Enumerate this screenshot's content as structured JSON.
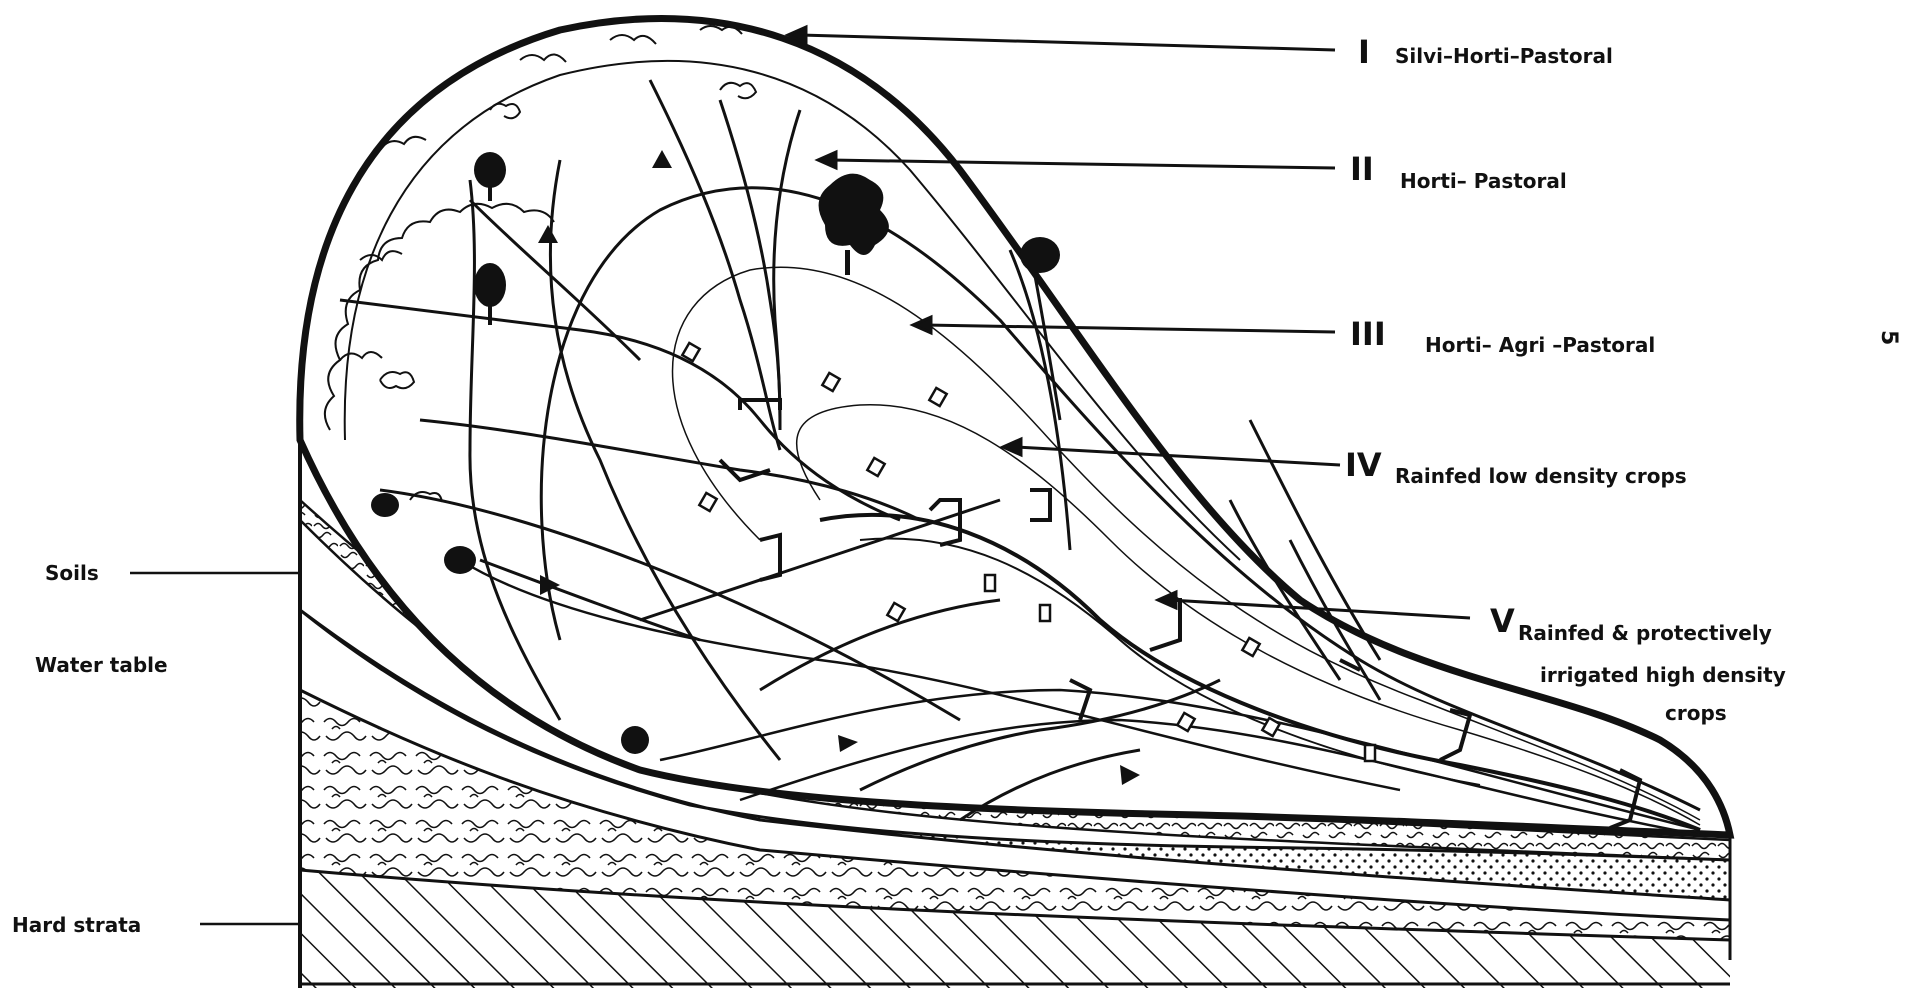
{
  "page_number": "5",
  "zones": [
    {
      "numeral": "I",
      "text": "Silvi–Horti–Pastoral"
    },
    {
      "numeral": "II",
      "text": "Horti– Pastoral"
    },
    {
      "numeral": "III",
      "text": "Horti– Agri –Pastoral"
    },
    {
      "numeral": "IV",
      "text": "Rainfed  low density crops"
    },
    {
      "numeral": "V",
      "text": "Rainfed & protectively",
      "text_line2": "irrigated  high  density",
      "text_line3": "crops"
    }
  ],
  "strata": {
    "soils": "Soils",
    "water_table": "Water  table",
    "hard_strata": "Hard strata"
  },
  "colors": {
    "ink": "#111111",
    "paper": "#ffffff"
  }
}
